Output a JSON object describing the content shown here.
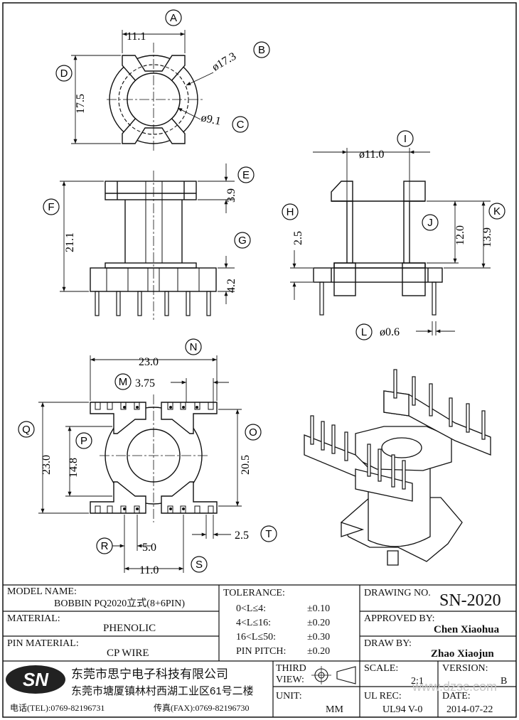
{
  "drawing": {
    "callouts": {
      "A": "A",
      "B": "B",
      "C": "C",
      "D": "D",
      "E": "E",
      "F": "F",
      "G": "G",
      "H": "H",
      "I": "I",
      "J": "J",
      "K": "K",
      "L": "L",
      "M": "M",
      "N": "N",
      "O": "O",
      "P": "P",
      "Q": "Q",
      "R": "R",
      "S": "S",
      "T": "T"
    },
    "dims": {
      "a": "11.1",
      "b": "ø17.3",
      "c": "ø9.1",
      "d": "17.5",
      "e": "3.9",
      "f": "21.1",
      "g": "4.2",
      "h": "2.5",
      "i": "ø11.0",
      "j": "12.0",
      "k": "13.9",
      "l": "ø0.6",
      "m": "3.75",
      "n": "23.0",
      "o": "20.5",
      "p": "14.8",
      "q": "23.0",
      "r": "5.0",
      "s": "11.0",
      "t": "2.5"
    }
  },
  "title_block": {
    "model_name_label": "MODEL NAME:",
    "model_name_value": "BOBBIN PQ2020立式(8+6PIN)",
    "material_label": "MATERIAL:",
    "material_value": "PHENOLIC",
    "pin_material_label": "PIN MATERIAL:",
    "pin_material_value": "CP WIRE",
    "tolerance_label": "TOLERANCE:",
    "tolerances": [
      {
        "range": "0<L≤4:",
        "value": "±0.10"
      },
      {
        "range": "4<L≤16:",
        "value": "±0.20"
      },
      {
        "range": "16<L≤50:",
        "value": "±0.30"
      },
      {
        "range": "PIN PITCH:",
        "value": "±0.20"
      }
    ],
    "drawing_no_label": "DRAWING NO.",
    "drawing_no_value": "SN-2020",
    "approved_by_label": "APPROVED BY:",
    "approved_by_value": "Chen Xiaohua",
    "draw_by_label": "DRAW BY:",
    "draw_by_value": "Zhao Xiaojun",
    "logo_text": "SN",
    "company_name": "东莞市思宁电子科技有限公司",
    "company_address": "东莞市塘厦镇林村西湖工业区61号二楼",
    "tel": "电话(TEL):0769-82196731",
    "fax": "传真(FAX):0769-82196730",
    "third_view_label": "THIRD\nVIEW:",
    "unit_label": "UNIT:",
    "unit_value": "MM",
    "scale_label": "SCALE:",
    "scale_value": "2:1",
    "version_label": "VERSION:",
    "version_value": "B",
    "ul_rec_label": "UL REC:",
    "ul_rec_value": "UL94 V-0",
    "date_label": "DATE:",
    "date_value": "2014-07-22",
    "watermark": "www.dzsc.com"
  }
}
